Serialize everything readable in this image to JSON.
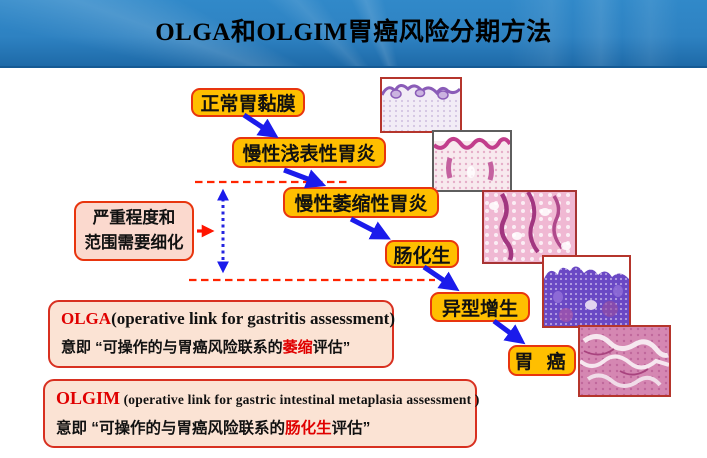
{
  "slide_title": "OLGA和OLGIM胃癌风险分期方法",
  "flow_steps": [
    {
      "label": "正常胃黏膜"
    },
    {
      "label": "慢性浅表性胃炎"
    },
    {
      "label": "慢性萎缩性胃炎"
    },
    {
      "label": "肠化生"
    },
    {
      "label": "异型增生"
    },
    {
      "label": "胃 癌"
    }
  ],
  "refine_note": {
    "line1": "严重程度和",
    "line2": "范围需要细化"
  },
  "olga_box": {
    "acronym": "OLGA",
    "expansion": "(operative link for gastritis assessment)",
    "meaning_prefix": "意即 “可操作的与胃癌风险联系的",
    "meaning_highlight": "萎缩",
    "meaning_suffix": "评估”"
  },
  "olgim_box": {
    "acronym": "OLGIM",
    "expansion": " (operative link for gastric intestinal metaplasia assessment )",
    "meaning_prefix": "意即 “可操作的与胃癌风险联系的",
    "meaning_highlight": "肠化生",
    "meaning_suffix": "评估”"
  },
  "colors": {
    "banner_blue": "#2a7cbc",
    "flow_box_fill": "#ffbf00",
    "flow_box_border": "#e8350e",
    "note_box_fill": "#fbd9ce",
    "info_box_fill": "#fbe3d4",
    "accent_red": "#e00000",
    "arrow_blue": "#1b1beb",
    "dashed_red": "#ff2400"
  },
  "icons": [
    "flow-arrow",
    "range-double-arrow-icon",
    "note-pointer-arrow-icon",
    "dashed-boundary-line"
  ]
}
